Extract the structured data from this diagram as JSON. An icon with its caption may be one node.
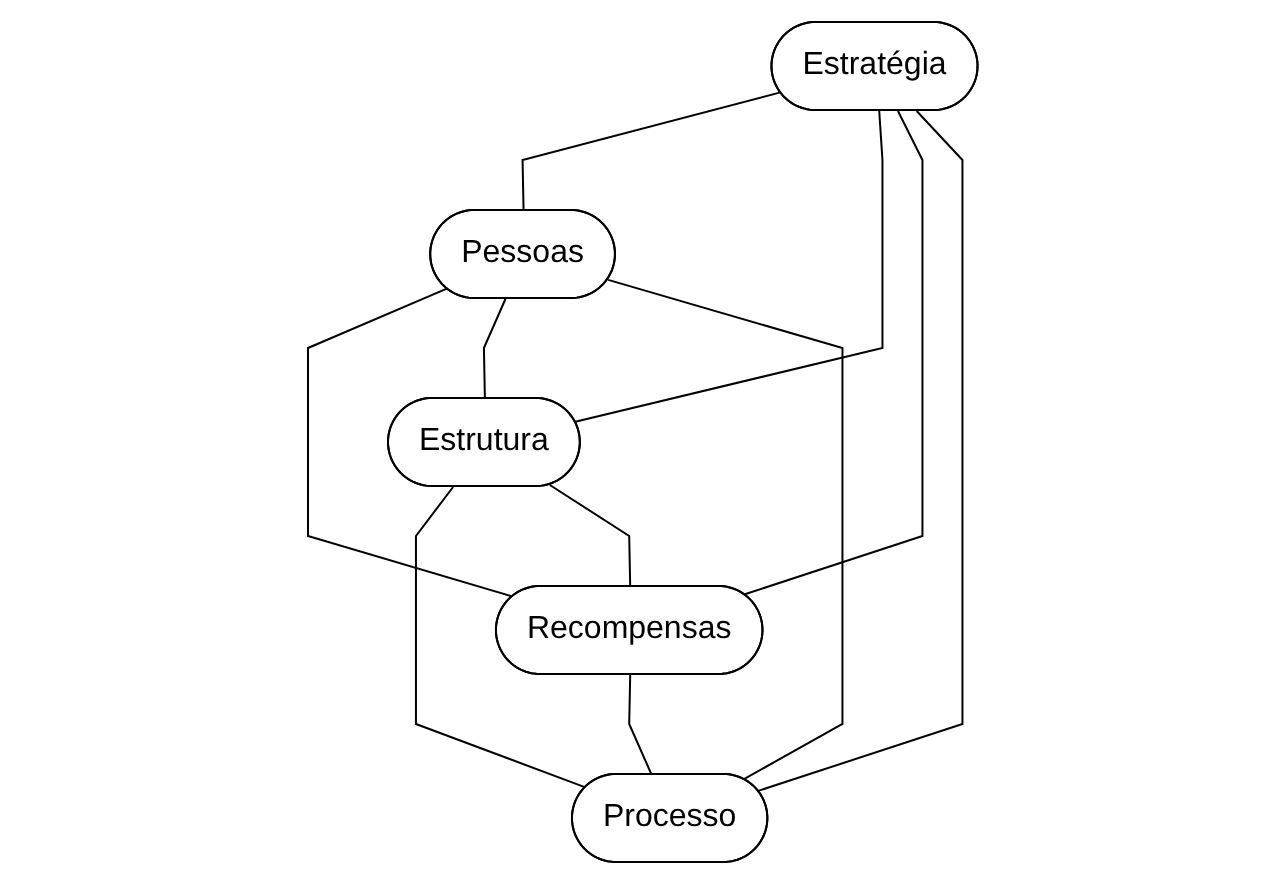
{
  "diagram": {
    "nodes": [
      {
        "text": [
          "Estratégia"
        ]
      },
      {
        "text": [
          "Pessoas"
        ]
      },
      {
        "text": [
          "Estrutura"
        ]
      },
      {
        "text": [
          "Recompensas"
        ]
      },
      {
        "text": [
          "Processo"
        ]
      }
    ],
    "edges": [
      {
        "from": 0,
        "to": 1,
        "arrow": "none"
      },
      {
        "from": 0,
        "to": 2,
        "arrow": "none"
      },
      {
        "from": 1,
        "to": 3,
        "arrow": "none"
      },
      {
        "from": 2,
        "to": 4,
        "arrow": "none"
      },
      {
        "from": 3,
        "to": 4,
        "arrow": "none"
      },
      {
        "from": 0,
        "to": 3,
        "arrow": "none"
      },
      {
        "from": 0,
        "to": 4,
        "arrow": "none"
      },
      {
        "from": 1,
        "to": 2,
        "arrow": "none"
      },
      {
        "from": 1,
        "to": 4,
        "arrow": "none"
      },
      {
        "from": 2,
        "to": 3,
        "arrow": "none"
      }
    ]
  }
}
